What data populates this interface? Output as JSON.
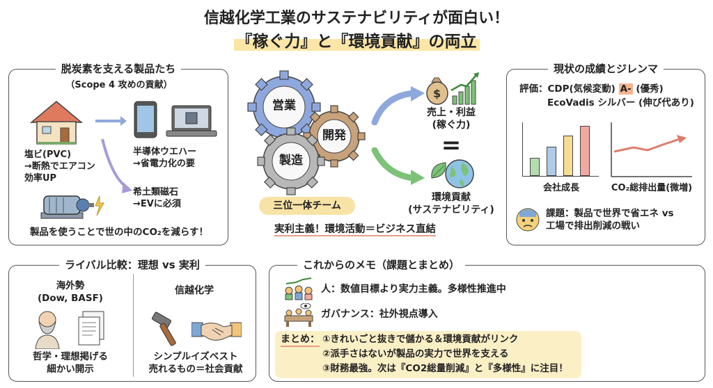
{
  "title": {
    "line1": "信越化学工業のサステナビリティが面白い！",
    "line2": "『稼ぐ力』と『環境貢献』の両立"
  },
  "products": {
    "heading": "脱炭素を支える製品たち",
    "subheading": "（Scope 4 攻めの貢献）",
    "pvc": "塩ビ(PVC)\n→断熱でエアコン\n効率UP",
    "semiconductor": "半導体ウエハー\n→省電力化の要",
    "magnet": "希土類磁石\n→EVに必須",
    "footer": "製品を使うことで世の中のCO₂を減らす！"
  },
  "center": {
    "gears": [
      "営業",
      "開発",
      "製造"
    ],
    "team_label": "三位一体チーム",
    "sales_label": "売上・利益\n(稼ぐ力)",
    "equals": "=",
    "env_label": "環境貢献\n(サステナビリティ)",
    "slogan": "実利主義！環境活動＝ビジネス直結"
  },
  "status": {
    "heading": "現状の成績とジレンマ",
    "rating_prefix": "評価：CDP(気候変動) ",
    "rating_grade": "A-",
    "rating_suffix": " (優秀)",
    "ecovadis": "EcoVadis シルバー (伸び代あり)",
    "chart1_label": "会社成長",
    "chart2_label": "CO₂総排出量(微増)",
    "issue": "課題：製品で世界で省エネ vs\n工場で排出削減の戦い",
    "colors": [
      "#b5dcae",
      "#aecbe8",
      "#f6dc95",
      "#f2a7a0"
    ]
  },
  "rivals": {
    "heading": "ライバル比較：理想 vs 実利",
    "overseas_title": "海外勢\n(Dow, BASF)",
    "overseas_desc": "哲学・理想掲げる\n細かい開示",
    "shinetsu_title": "信越化学",
    "shinetsu_desc": "シンプルイズベスト\n売れるもの＝社会貢献"
  },
  "memo": {
    "heading": "これからのメモ（課題とまとめ）",
    "people": "人：数値目標より実力主義。多様性推進中",
    "governance": "ガバナンス：社外視点導入",
    "summary_label": "まとめ：",
    "summary": [
      "①きれいごと抜きで儲かる＆環境貢献がリンク",
      "②派手さはないが製品の実力で世界を支える",
      "③財務最強。次は『CO2総量削減』と『多様性』に注目！"
    ]
  }
}
